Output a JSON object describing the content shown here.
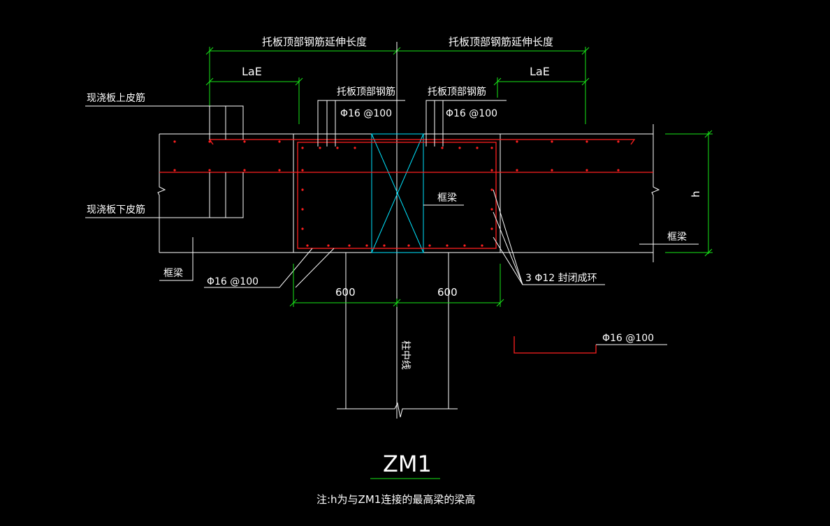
{
  "colors": {
    "background": "#000000",
    "line": "#ffffff",
    "dimension": "#19e619",
    "rebar": "#ff2020",
    "hatch": "#00e5ff"
  },
  "labels": {
    "top_ext_left": "托板顶部钢筋延伸长度",
    "top_ext_right": "托板顶部钢筋延伸长度",
    "lae_left": "LaE",
    "lae_right": "LaE",
    "slab_top_bar": "现浇板上皮筋",
    "slab_bottom_bar": "现浇板下皮筋",
    "top_bar_left": "托板顶部钢筋",
    "top_bar_right": "托板顶部钢筋",
    "top_bar_spec_left": "Φ16 @100",
    "top_bar_spec_right": "Φ16 @100",
    "frame_beam_center": "框梁",
    "frame_beam_left": "框梁",
    "frame_beam_right": "框梁",
    "bottom_bar_spec": "Φ16 @100",
    "closed_ring": "3 Φ12 封闭成环",
    "dim_600_left": "600",
    "dim_600_right": "600",
    "column_axis": "柱中线",
    "height_symbol": "h",
    "legend_bar_spec": "Φ16 @100",
    "drawing_title": "ZM1",
    "note": "注:h为与ZM1连接的最高梁的梁高"
  }
}
